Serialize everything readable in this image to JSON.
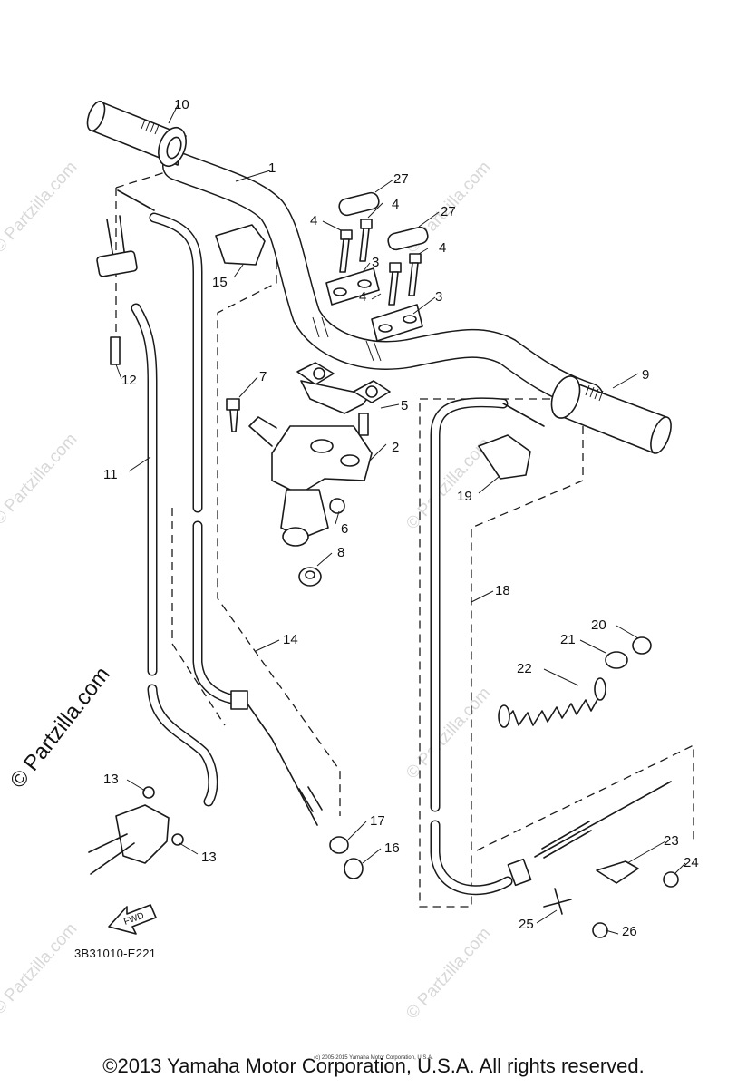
{
  "labels": {
    "p1": "1",
    "p2": "2",
    "p3a": "3",
    "p3b": "3",
    "p4a": "4",
    "p4b": "4",
    "p4c": "4",
    "p4d": "4",
    "p5": "5",
    "p6": "6",
    "p7": "7",
    "p8": "8",
    "p9": "9",
    "p10": "10",
    "p11": "11",
    "p12": "12",
    "p13a": "13",
    "p13b": "13",
    "p14": "14",
    "p15": "15",
    "p16": "16",
    "p17": "17",
    "p18": "18",
    "p19": "19",
    "p20": "20",
    "p21": "21",
    "p22": "22",
    "p23": "23",
    "p24": "24",
    "p25": "25",
    "p26": "26",
    "p27a": "27",
    "p27b": "27"
  },
  "fwd_label": "FWD",
  "diagram_code": "3B31010-E221",
  "copyright": "©2013 Yamaha Motor Corporation, U.S.A. All rights reserved.",
  "fine_print": "(c) 2005-2015 Yamaha Motor Corporation, U.S.A.",
  "watermark": "© Partzilla.com"
}
